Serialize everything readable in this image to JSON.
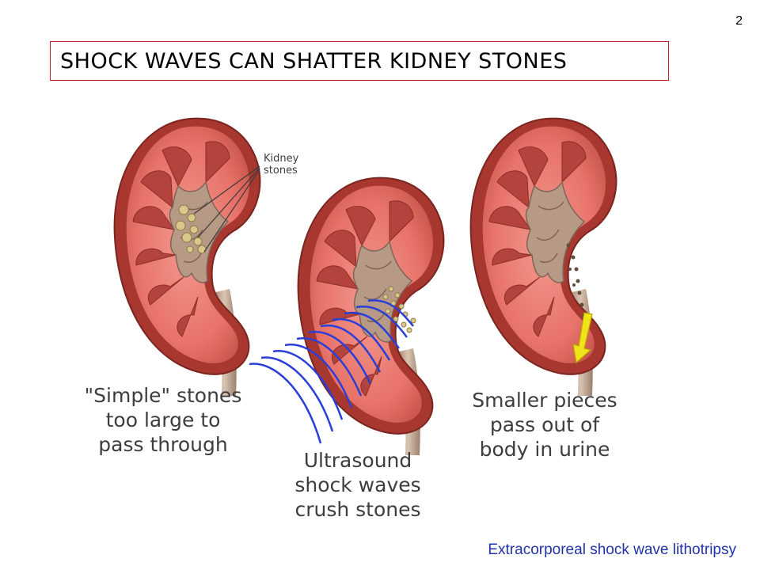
{
  "slide": {
    "number": "2"
  },
  "title": "SHOCK WAVES CAN SHATTER KIDNEY STONES",
  "labels": {
    "kidney_stones": [
      "Kidney",
      "stones"
    ]
  },
  "captions": {
    "simple": [
      "\"Simple\" stones",
      "too large to",
      "pass through"
    ],
    "ultrasound": [
      "Ultrasound",
      "shock waves",
      "crush stones"
    ],
    "smaller": [
      "Smaller pieces",
      "pass out of",
      "body in urine"
    ]
  },
  "footer": "Extracorporeal shock wave lithotripsy",
  "colors": {
    "title_border": "#c0202a",
    "kidney_outer": "#b8423a",
    "kidney_cortex": "#e8736a",
    "medulla": "#c94a44",
    "pelvis": "#b79a86",
    "stone": "#d8c98a",
    "wave": "#2a3ed8",
    "arrow": "#f2e21a",
    "footer_text": "#2033a8"
  }
}
